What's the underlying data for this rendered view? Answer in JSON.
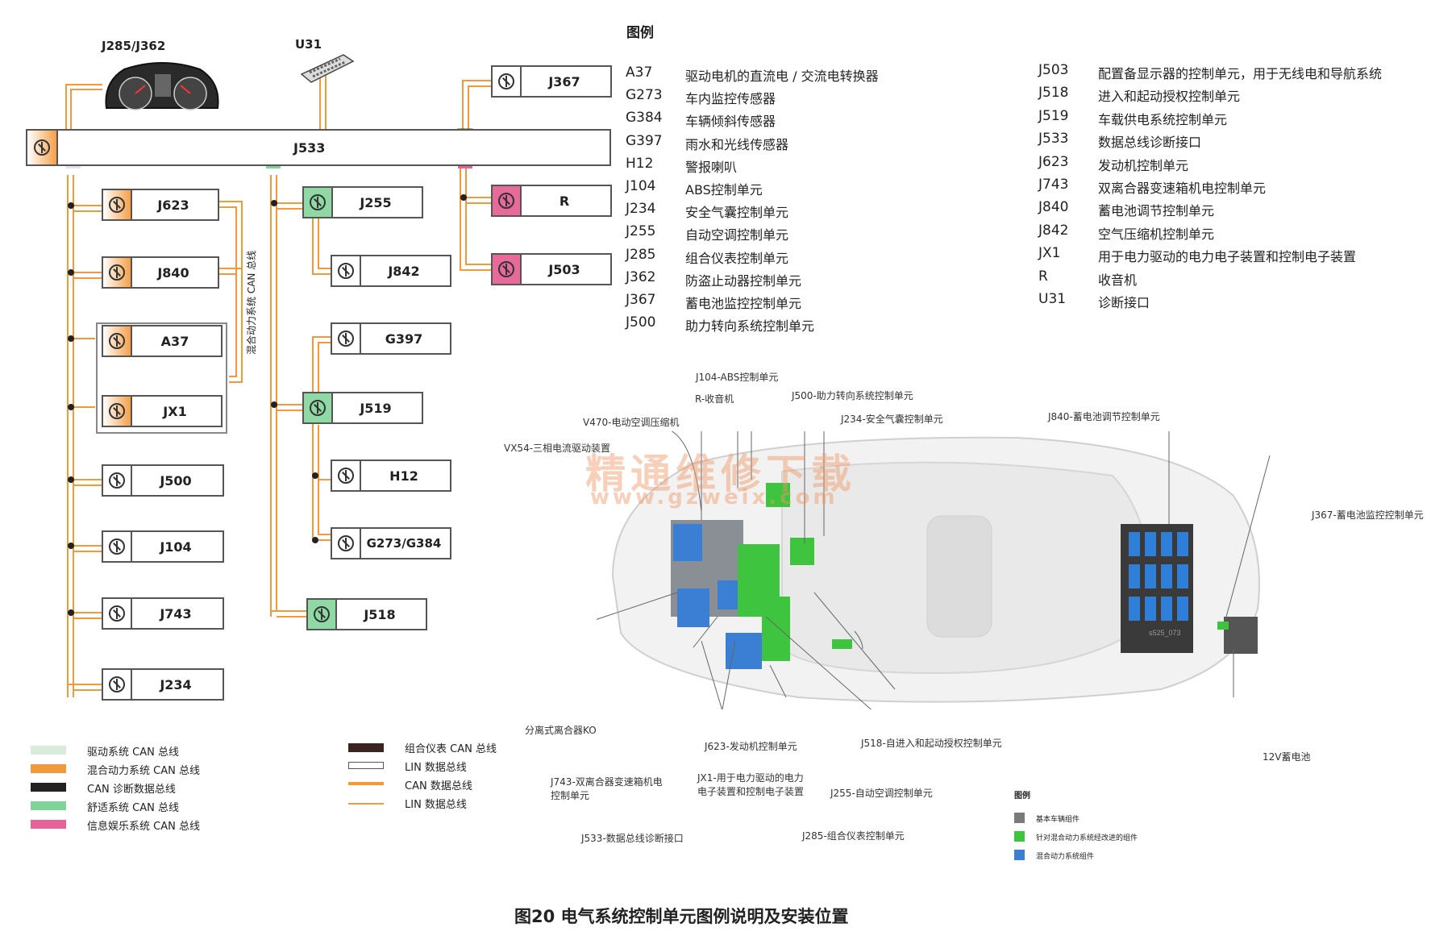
{
  "diagram_title": "图20  电气系统控制单元图例说明及安装位置",
  "legend_title": "图例",
  "top_labels": {
    "cluster": "J285/J362",
    "obd": "U31"
  },
  "gateway": "J533",
  "bus_side_label": "混合动力系统 CAN 总线",
  "modules": {
    "j367": "J367",
    "j623": "J623",
    "j840": "J840",
    "a37": "A37",
    "jx1": "JX1",
    "j500": "J500",
    "j104": "J104",
    "j743": "J743",
    "j234": "J234",
    "j255": "J255",
    "j842": "J842",
    "g397": "G397",
    "j519": "J519",
    "h12": "H12",
    "g273": "G273/G384",
    "j518": "J518",
    "r": "R",
    "j503": "J503"
  },
  "legend_left": [
    {
      "code": "A37",
      "desc": "驱动电机的直流电 / 交流电转换器"
    },
    {
      "code": "G273",
      "desc": "车内监控传感器"
    },
    {
      "code": "G384",
      "desc": "车辆倾斜传感器"
    },
    {
      "code": "G397",
      "desc": "雨水和光线传感器"
    },
    {
      "code": "H12",
      "desc": "警报喇叭"
    },
    {
      "code": "J104",
      "desc": "ABS控制单元"
    },
    {
      "code": "J234",
      "desc": "安全气囊控制单元"
    },
    {
      "code": "J255",
      "desc": "自动空调控制单元"
    },
    {
      "code": "J285",
      "desc": "组合仪表控制单元"
    },
    {
      "code": "J362",
      "desc": "防盗止动器控制单元"
    },
    {
      "code": "J367",
      "desc": "蓄电池监控控制单元"
    },
    {
      "code": "J500",
      "desc": "助力转向系统控制单元"
    }
  ],
  "legend_right": [
    {
      "code": "J503",
      "desc": "配置备显示器的控制单元，用于无线电和导航系统"
    },
    {
      "code": "J518",
      "desc": "进入和起动授权控制单元"
    },
    {
      "code": "J519",
      "desc": "车载供电系统控制单元"
    },
    {
      "code": "J533",
      "desc": "数据总线诊断接口"
    },
    {
      "code": "J623",
      "desc": "发动机控制单元"
    },
    {
      "code": "J743",
      "desc": "双离合器变速箱机电控制单元"
    },
    {
      "code": "J840",
      "desc": "蓄电池调节控制单元"
    },
    {
      "code": "J842",
      "desc": "空气压缩机控制单元"
    },
    {
      "code": "JX1",
      "desc": "用于电力驱动的电力电子装置和控制电子装置"
    },
    {
      "code": "R",
      "desc": "收音机"
    },
    {
      "code": "U31",
      "desc": "诊断接口"
    }
  ],
  "bus_key": [
    {
      "label": "驱动系统 CAN 总线",
      "color": "#d9ecd9"
    },
    {
      "label": "混合动力系统 CAN 总线",
      "color": "#f29a3a"
    },
    {
      "label": "CAN 诊断数据总线",
      "color": "#222222"
    },
    {
      "label": "舒适系统 CAN 总线",
      "color": "#7fd49a"
    },
    {
      "label": "信息娱乐系统 CAN 总线",
      "color": "#e8629a"
    }
  ],
  "wire_key": [
    {
      "label": "组合仪表 CAN 总线",
      "style": "dark"
    },
    {
      "label": "LIN 数据总线",
      "style": "white"
    },
    {
      "label": "CAN 数据总线",
      "style": "double-orange"
    },
    {
      "label": "LIN 数据总线",
      "style": "single-orange"
    }
  ],
  "car_callouts": {
    "j104": "J104-ABS控制单元",
    "r": "R-收音机",
    "j500": "J500-助力转向系统控制单元",
    "v470": "V470-电动空调压缩机",
    "j234": "J234-安全气囊控制单元",
    "j840": "J840-蓄电池调节控制单元",
    "vx54": "VX54-三相电流驱动装置",
    "j367": "J367-蓄电池监控控制单元",
    "ko": "分离式离合器KO",
    "j623": "J623-发动机控制单元",
    "j518": "J518-自进入和起动授权控制单元",
    "battery": "12V蓄电池",
    "j743": "J743-双离合器变速箱机电控制单元",
    "jx1": "JX1-用于电力驱动的电力电子装置和控制电子装置",
    "j255": "J255-自动空调控制单元",
    "j533": "J533-数据总线诊断接口",
    "j285": "J285-组合仪表控制单元",
    "code": "s525_073"
  },
  "mini_legend": {
    "title": "图例",
    "items": [
      {
        "label": "基本车辆组件",
        "color": "#7a7a7a"
      },
      {
        "label": "针对混合动力系统经改进的组件",
        "color": "#3ec43e"
      },
      {
        "label": "混合动力系统组件",
        "color": "#3a7fd4"
      }
    ]
  },
  "watermark": {
    "line1": "精通维修下载",
    "line2": "www.gzweix.com"
  }
}
